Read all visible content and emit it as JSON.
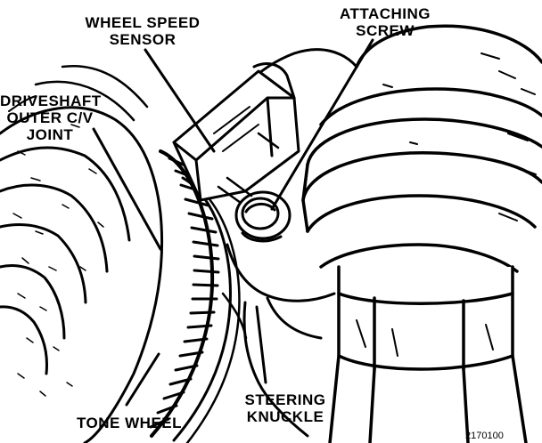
{
  "labels": {
    "wheel_speed_sensor": "WHEEL SPEED\nSENSOR",
    "attaching_screw": "ATTACHING\nSCREW",
    "driveshaft_joint": "DRIVESHAFT\nOUTER C/V\nJOINT",
    "steering_knuckle": "STEERING\nKNUCKLE",
    "tone_wheel": "TONE WHEEL"
  },
  "figure_code": "2170100"
}
